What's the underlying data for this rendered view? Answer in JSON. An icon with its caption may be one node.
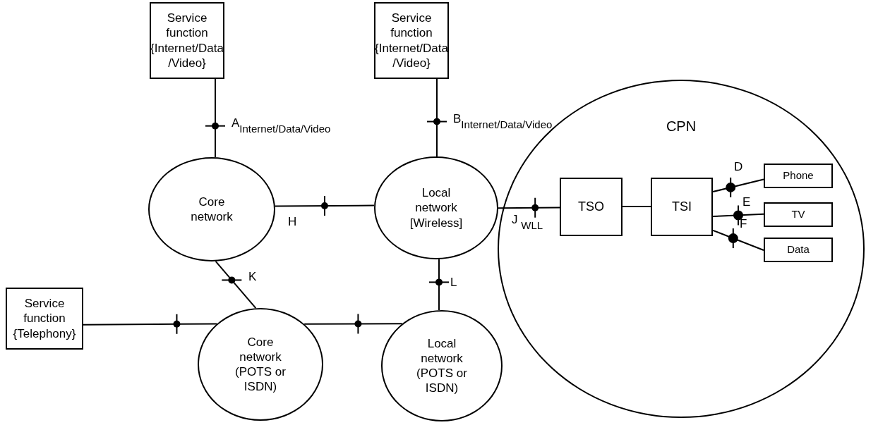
{
  "diagram": {
    "nodes": [
      {
        "text": [
          "Service function {Internet/Data /Video}"
        ]
      },
      {
        "text": [
          "Service function {Internet/Data /Video}"
        ]
      },
      {
        "text": [
          "Core network"
        ]
      },
      {
        "text": [
          "Local network [Wireless]"
        ]
      },
      {
        "text": [
          "CPN"
        ]
      },
      {
        "text": [
          "TSO"
        ],
        "in": 4
      },
      {
        "text": [
          "TSI"
        ],
        "in": 4
      },
      {
        "text": [
          "Phone"
        ],
        "in": 4
      },
      {
        "text": [
          "TV"
        ],
        "in": 4
      },
      {
        "text": [
          "Data"
        ],
        "in": 4
      },
      {
        "text": [
          "Service function {Telephony}"
        ]
      },
      {
        "text": [
          "Core network (POTS or ISDN)"
        ]
      },
      {
        "text": [
          "Local network (POTS or ISDN)"
        ]
      }
    ],
    "edges": [
      {
        "from": 0,
        "to": 2,
        "arrow": "none",
        "label": "A$_{Internet/Data/Video}$"
      },
      {
        "from": 1,
        "to": 3,
        "arrow": "none",
        "label": "B$_{Internet/Data/Video}$"
      },
      {
        "from": 2,
        "to": 3,
        "arrow": "none",
        "label": "H"
      },
      {
        "from": 3,
        "to": 5,
        "arrow": "none",
        "label": "J $_{WLL}$"
      },
      {
        "from": 5,
        "to": 6,
        "arrow": "none"
      },
      {
        "from": 6,
        "to": 7,
        "arrow": "none",
        "label": "D"
      },
      {
        "from": 6,
        "to": 8,
        "arrow": "none",
        "label": "E"
      },
      {
        "from": 6,
        "to": 9,
        "arrow": "none",
        "label": "F"
      },
      {
        "from": 2,
        "to": 11,
        "arrow": "none",
        "label": "K"
      },
      {
        "from": 3,
        "to": 12,
        "arrow": "none",
        "label": "L"
      },
      {
        "from": 10,
        "to": 11,
        "arrow": "none"
      },
      {
        "from": 11,
        "to": 12,
        "arrow": "none"
      }
    ]
  }
}
